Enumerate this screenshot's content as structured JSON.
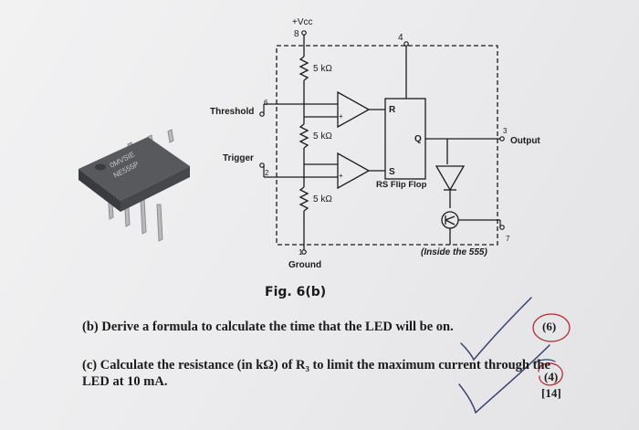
{
  "diagram": {
    "vcc": "+Vcc",
    "pin_vcc": "8",
    "pin_reset": "4",
    "pin_threshold": "6",
    "pin_trigger": "2",
    "pin_output": "3",
    "pin_discharge": "7",
    "pin_ground": "1",
    "threshold": "Threshold",
    "trigger": "Trigger",
    "output": "Output",
    "ground": "Ground",
    "resistor": "5 kΩ",
    "ff_r": "R",
    "ff_q": "Q",
    "ff_s": "S",
    "ff_caption": "RS Flip Flop",
    "inside": "(Inside the 555)",
    "chip_text": [
      "0MVSIE",
      "NE555P"
    ]
  },
  "figure_label": "Fig. 6(b)",
  "questions": {
    "b": "(b) Derive a formula to calculate the time that the LED will be on.",
    "c_line1": "(c) Calculate the resistance (in kΩ) of R₃ to limit the maximum current through the",
    "c_line2": "LED at 10 mA."
  },
  "marks": {
    "b": "(6)",
    "c": "(4)",
    "total": "[14]"
  },
  "colors": {
    "ink": "#1b1b1b",
    "red_ink": "#b42833",
    "blue_ink": "#3b4170"
  }
}
